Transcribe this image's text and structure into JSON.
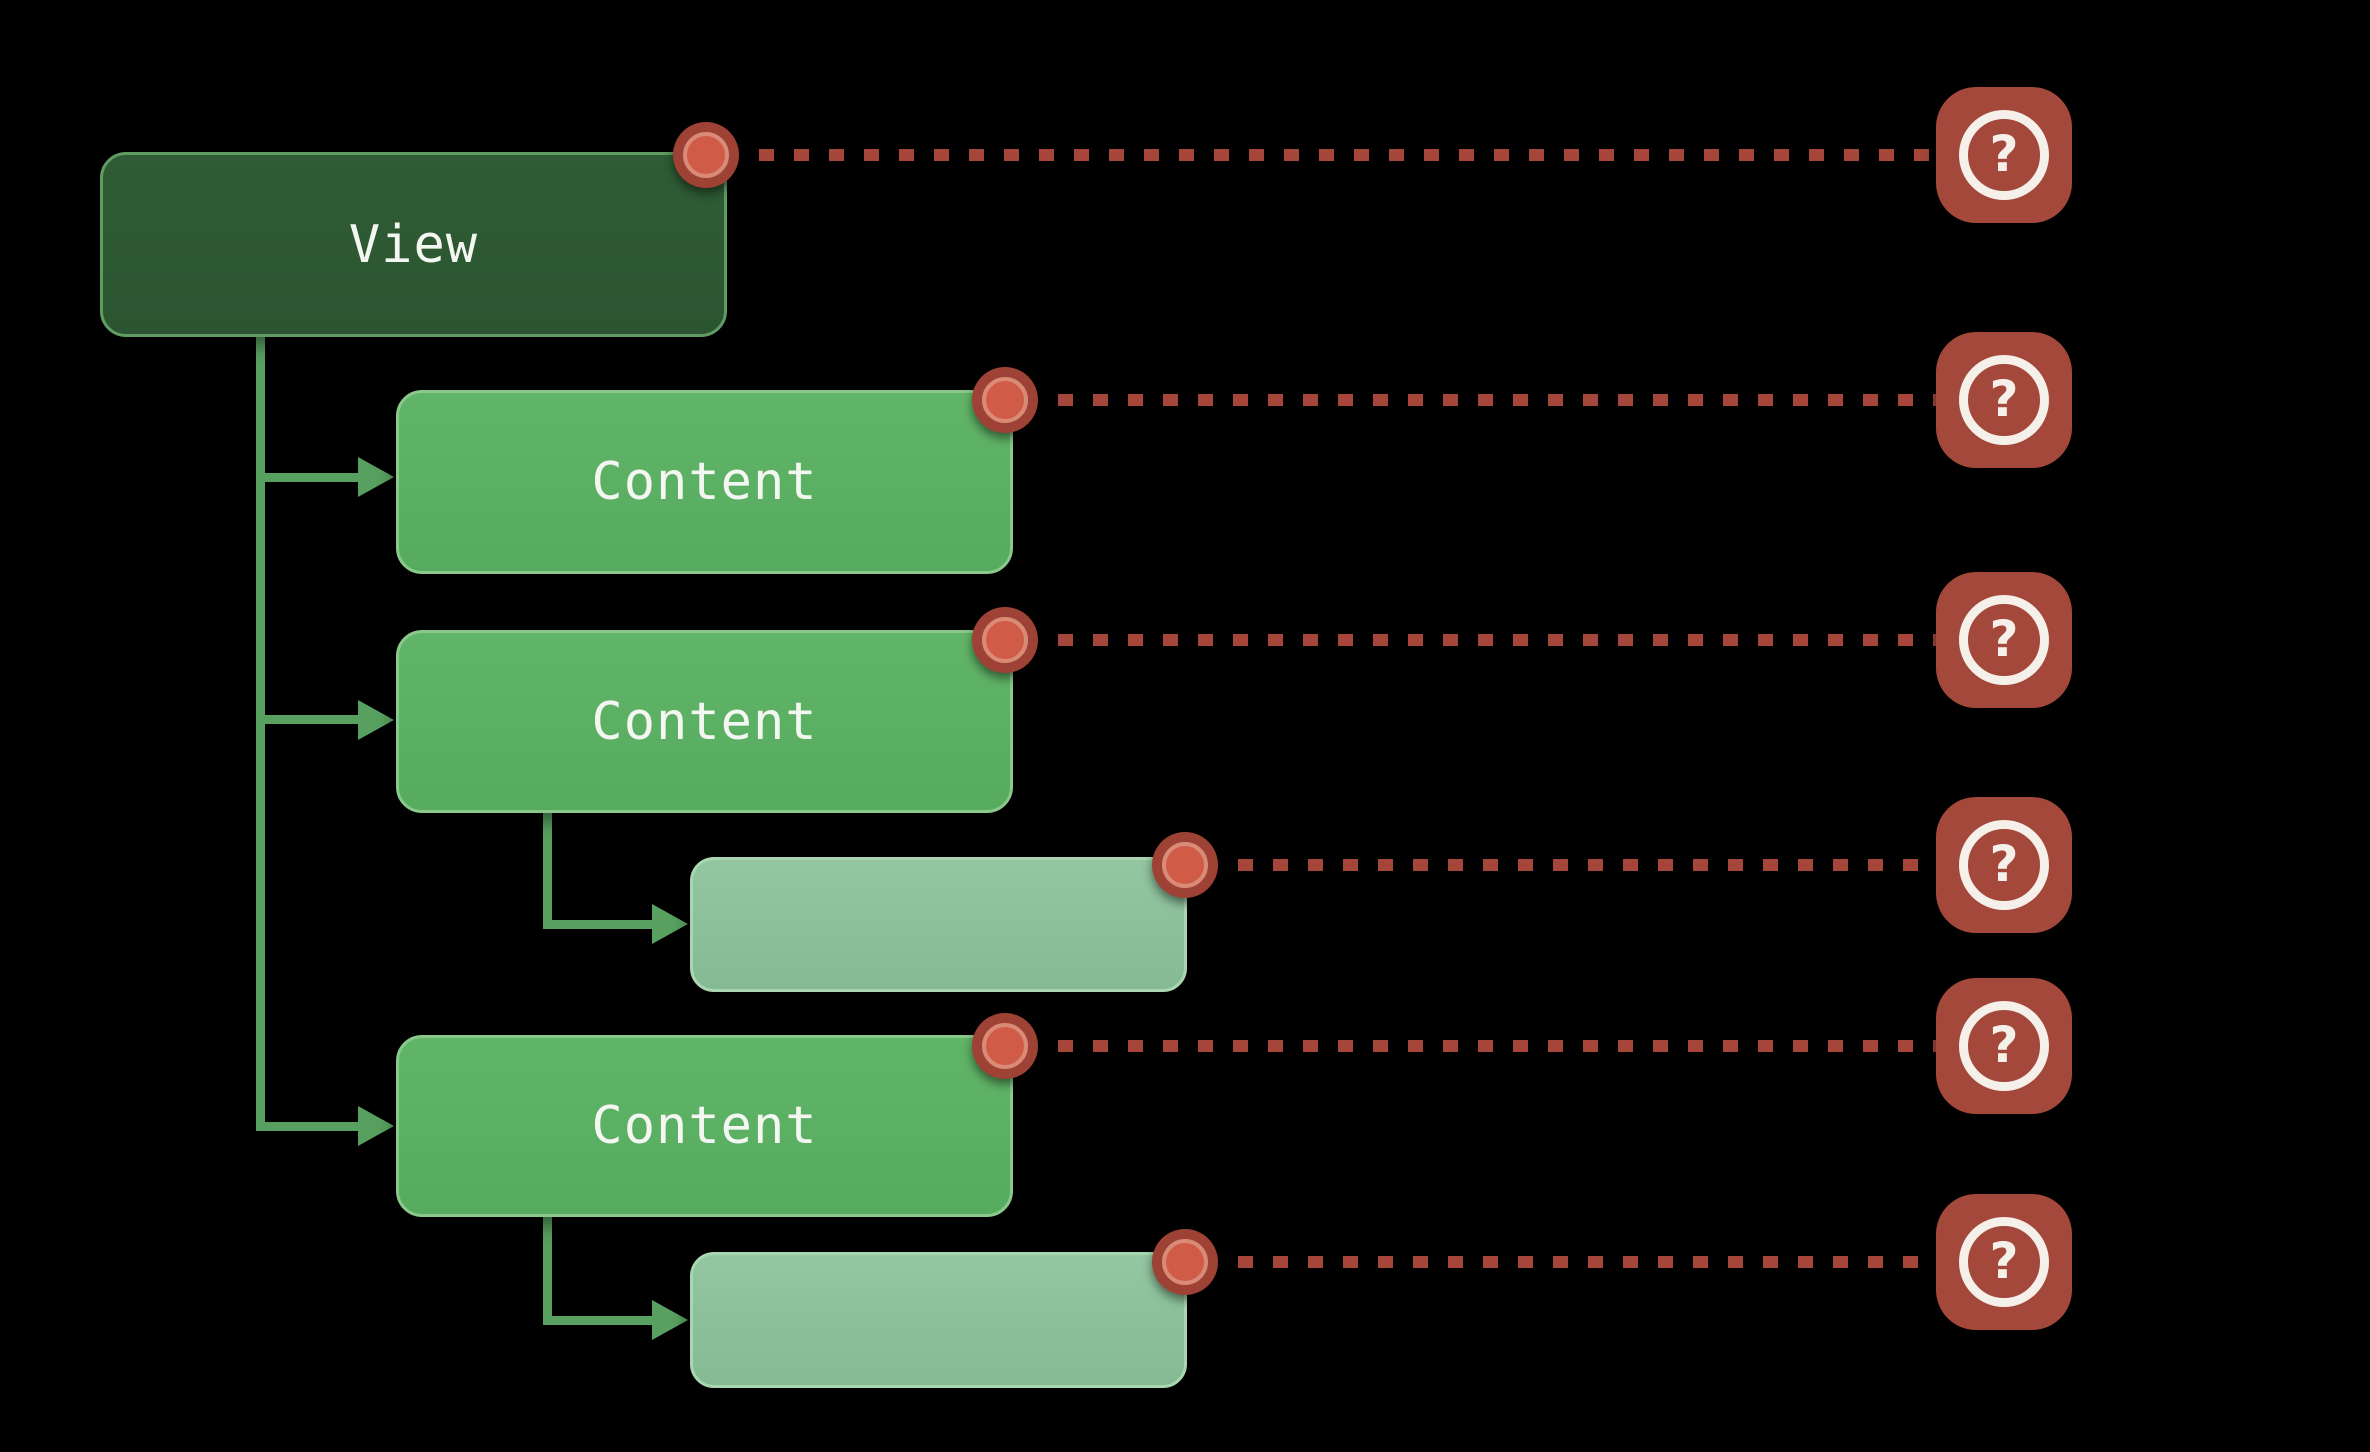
{
  "diagram": {
    "description": "View hierarchy tree with unknown annotations",
    "colors": {
      "background": "#000000",
      "root_fill": "#2b5530",
      "root_border": "#5f9c62",
      "content_fill": "#5db164",
      "content_border": "#8bc88c",
      "subview_fill": "#8dc09c",
      "subview_border": "#a9d6b0",
      "connector_green": "#58a060",
      "dash_red": "#a6463a",
      "dot_outer_red": "#9d4234",
      "dot_inner_red": "#d05c48",
      "badge_red": "#a3483a",
      "badge_foreground": "#f5f1ea",
      "label_text": "#f4f6f1"
    },
    "nodes": [
      {
        "id": "view",
        "label": "View",
        "parent": null
      },
      {
        "id": "content-1",
        "label": "Content",
        "parent": "view"
      },
      {
        "id": "content-2",
        "label": "Content",
        "parent": "view"
      },
      {
        "id": "subview-1",
        "label": "",
        "parent": "content-2"
      },
      {
        "id": "content-3",
        "label": "Content",
        "parent": "view"
      },
      {
        "id": "subview-2",
        "label": "",
        "parent": "content-3"
      }
    ],
    "badges": [
      {
        "glyph": "?",
        "for": "view"
      },
      {
        "glyph": "?",
        "for": "content-1"
      },
      {
        "glyph": "?",
        "for": "content-2"
      },
      {
        "glyph": "?",
        "for": "subview-1"
      },
      {
        "glyph": "?",
        "for": "content-3"
      },
      {
        "glyph": "?",
        "for": "subview-2"
      }
    ]
  }
}
